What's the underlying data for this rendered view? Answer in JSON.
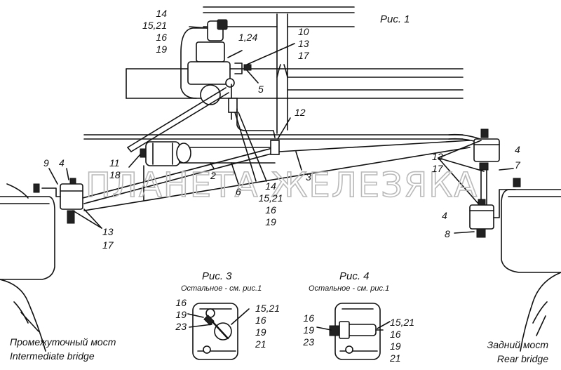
{
  "figures": {
    "fig1": "Рис. 1",
    "fig3": "Рис. 3",
    "fig4": "Рис. 4",
    "rest_note": "Остальное - см. рис.1"
  },
  "watermark": "ПЛАНЕТА ЖЕЛЕЗЯКА",
  "captions": {
    "intermediate_ru": "Промежуточный мост",
    "intermediate_en": "Intermediate bridge",
    "rear_ru": "Задний мост",
    "rear_en": "Rear bridge"
  },
  "callouts_fig1": {
    "valve_top": [
      "14",
      "15,21",
      "16",
      "19"
    ],
    "valve_mount": "1,24",
    "bracket": [
      "10",
      "13",
      "17"
    ],
    "bolt": "5",
    "rod_end": "12",
    "link_left": [
      "11",
      "18"
    ],
    "lever": "2",
    "rod_mid": "6",
    "rod_long": "3",
    "joint": [
      "14",
      "15,21",
      "16",
      "19"
    ],
    "left_mount": [
      "9",
      "4"
    ],
    "left_nuts": [
      "13",
      "17"
    ],
    "right_top_nuts": [
      "13",
      "17"
    ],
    "right_top_block": "4",
    "right_arm": "7",
    "right_bottom_block": "4",
    "right_bottom_nut": "8"
  },
  "callouts_fig3": {
    "left": [
      "16",
      "19",
      "23"
    ],
    "right": [
      "15,21",
      "16",
      "19",
      "21"
    ]
  },
  "callouts_fig4": {
    "left": [
      "16",
      "19",
      "23"
    ],
    "right": [
      "15,21",
      "16",
      "19",
      "21"
    ]
  }
}
